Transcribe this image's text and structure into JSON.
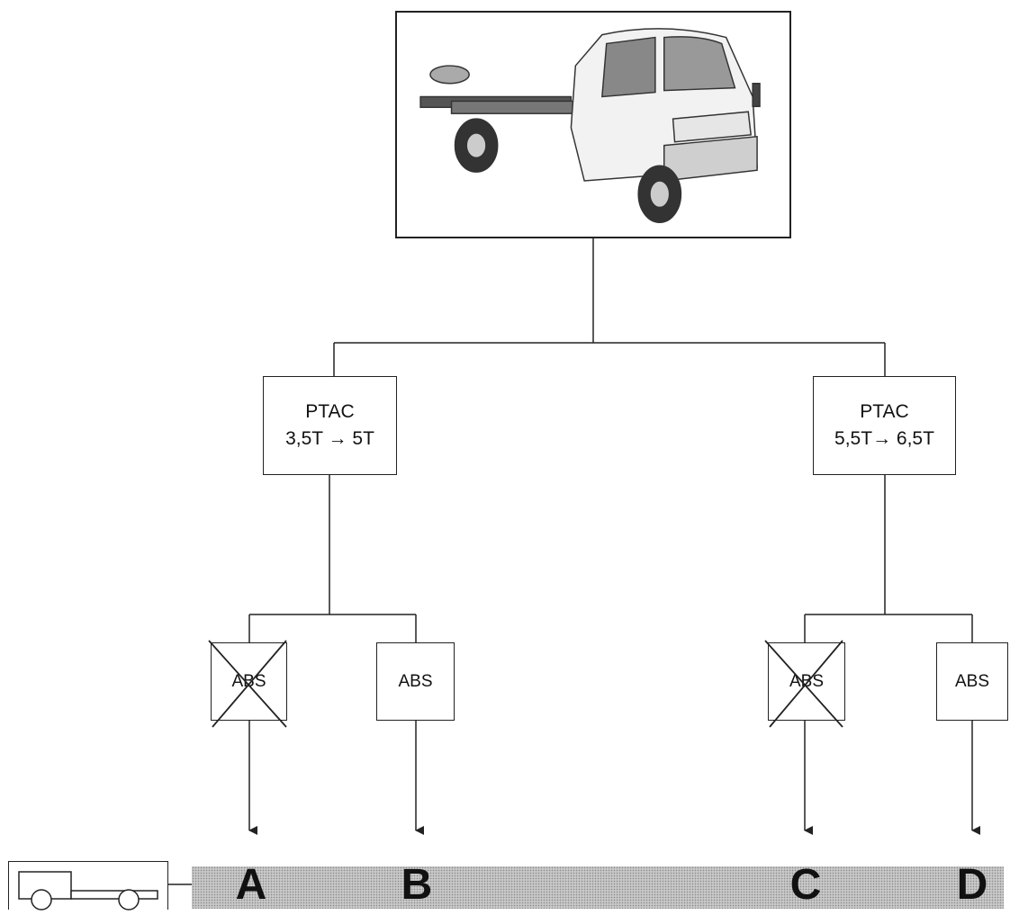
{
  "diagram": {
    "top_image": {
      "icon": "chassis-cab-truck-photo"
    },
    "branches": [
      {
        "ptac_label": "PTAC",
        "ptac_range": "3,5T → 5T"
      },
      {
        "ptac_label": "PTAC",
        "ptac_range": "5,5T→ 6,5T"
      }
    ],
    "abs_boxes": [
      {
        "label": "ABS",
        "crossed": true
      },
      {
        "label": "ABS",
        "crossed": false
      },
      {
        "label": "ABS",
        "crossed": true
      },
      {
        "label": "ABS",
        "crossed": false
      }
    ],
    "outcomes": [
      "A",
      "B",
      "C",
      "D"
    ],
    "chassis_icon": {
      "icon": "chassis-cab-outline-icon"
    },
    "colors": {
      "line": "#222222",
      "strip": "#c9c9c9"
    }
  }
}
